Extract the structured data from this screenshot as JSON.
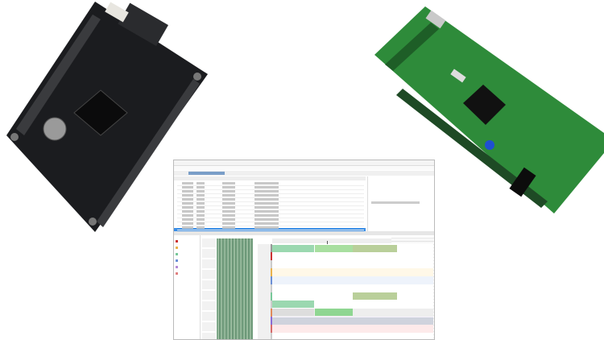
{
  "colors": {
    "dark_board": "#1b1c1f",
    "green_board": "#2e8b3a",
    "selection": "#3a8ee6",
    "timeline_green": "#9bd8b0",
    "timeline_olive": "#b9cf9a",
    "trace_band": "#7fa889"
  },
  "images": [
    {
      "name": "black-dev-board-photo"
    },
    {
      "name": "green-discovery-board-photo"
    },
    {
      "name": "trace-analyzer-screenshot"
    }
  ]
}
